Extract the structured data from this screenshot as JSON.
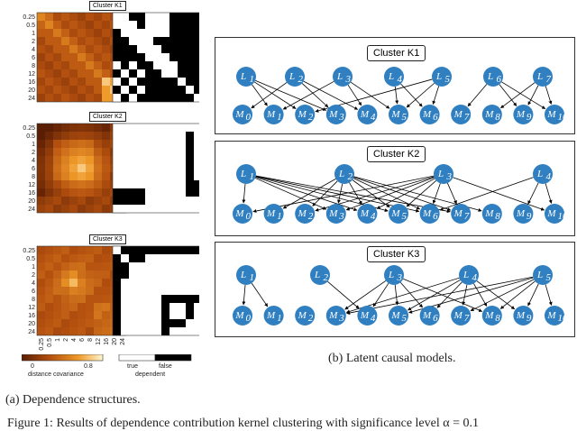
{
  "left": {
    "ticks": [
      "0.25",
      "0.5",
      "1",
      "2",
      "4",
      "6",
      "8",
      "12",
      "16",
      "20",
      "24"
    ],
    "clusters": [
      {
        "title": "Cluster K1"
      },
      {
        "title": "Cluster K2"
      },
      {
        "title": "Cluster K3"
      }
    ],
    "legend": {
      "cov_min": "0",
      "cov_max": "0.8",
      "cov_label": "distance covariance",
      "bin_true": "true",
      "bin_false": "false",
      "bin_label": "dependent"
    },
    "caption": "(a) Dependence structures."
  },
  "right": {
    "panels": [
      {
        "title": "Cluster K1",
        "latents": [
          "L1",
          "L2",
          "L3",
          "L4",
          "L5",
          "L6",
          "L7"
        ]
      },
      {
        "title": "Cluster K2",
        "latents": [
          "L1",
          "L2",
          "L3",
          "L4"
        ]
      },
      {
        "title": "Cluster K3",
        "latents": [
          "L1",
          "L2",
          "L3",
          "L4",
          "L5"
        ]
      }
    ],
    "observed": [
      "M0",
      "M1",
      "M2",
      "M3",
      "M4",
      "M5",
      "M6",
      "M7",
      "M8",
      "M9",
      "M10"
    ],
    "caption": "(b) Latent causal models."
  },
  "figure_caption": "Figure 1: Results of dependence contribution kernel clustering with significance level α = 0.1"
}
